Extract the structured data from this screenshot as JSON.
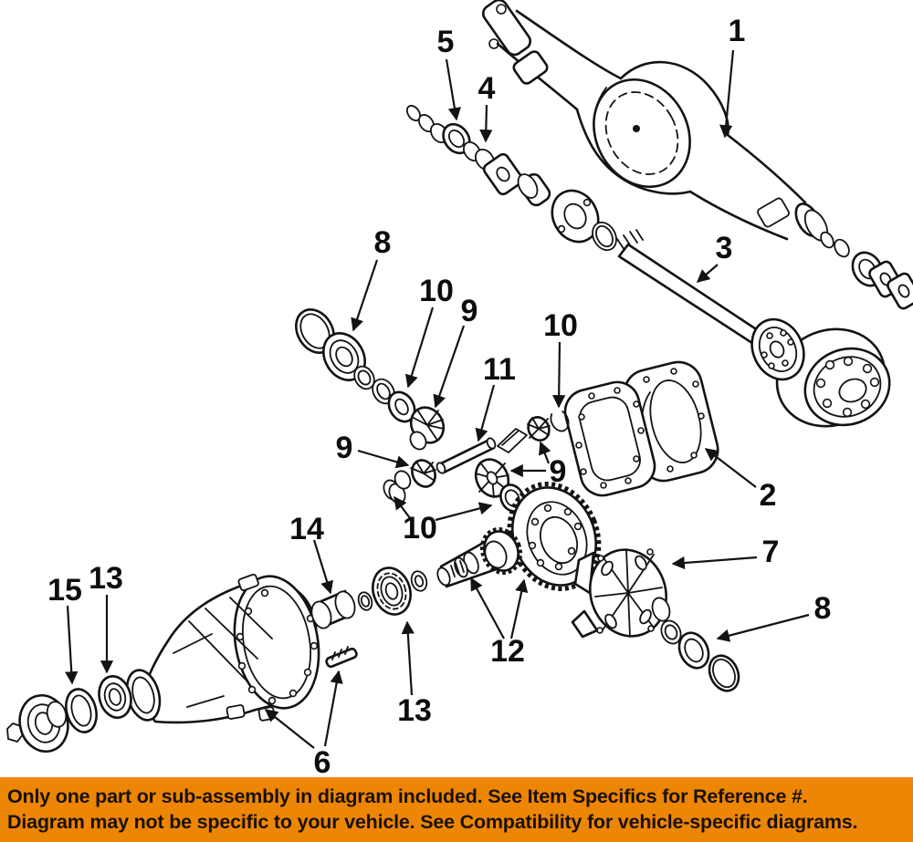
{
  "diagram": {
    "description": "Black and white exploded parts diagram of a rear axle housing, axle shaft, brake drum and differential assembly",
    "line_color": "#131313",
    "background_color": "#ffffff",
    "callouts": [
      {
        "label": "1"
      },
      {
        "label": "5"
      },
      {
        "label": "4"
      },
      {
        "label": "3"
      },
      {
        "label": "8"
      },
      {
        "label": "10"
      },
      {
        "label": "9"
      },
      {
        "label": "10"
      },
      {
        "label": "11"
      },
      {
        "label": "2"
      },
      {
        "label": "9"
      },
      {
        "label": "9"
      },
      {
        "label": "10"
      },
      {
        "label": "14"
      },
      {
        "label": "13"
      },
      {
        "label": "15"
      },
      {
        "label": "7"
      },
      {
        "label": "8"
      },
      {
        "label": "12"
      },
      {
        "label": "13"
      },
      {
        "label": "6"
      }
    ]
  },
  "banner": {
    "bg_color": "#EC8604",
    "text_color": "#1a1005",
    "line1": "Only one part or sub-assembly in diagram included. See Item Specifics for Reference #.",
    "line2": "Diagram may not be specific to your vehicle. See Compatibility for vehicle-specific diagrams."
  }
}
